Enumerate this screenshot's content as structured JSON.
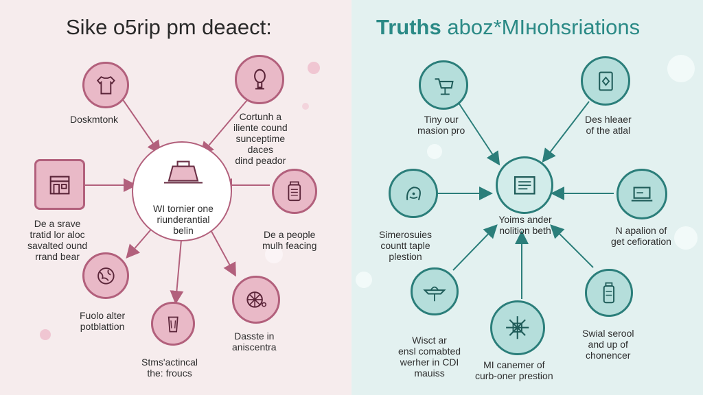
{
  "left_panel": {
    "title": "Sike o5rip pm deaect:",
    "hub_label": "WI tornier one\nriunderantial\nbelin",
    "nodes": [
      {
        "icon": "tshirt-icon",
        "label": "Doskmtonk"
      },
      {
        "icon": "bulb-icon",
        "label": "Cortunh a\niliente cound\nsunceptime\ndaces\ndind peador"
      },
      {
        "icon": "store-icon",
        "label": "De a srave\ntratid lor aloc\nsavalted ound\nrrand bear"
      },
      {
        "icon": "jar-icon",
        "label": "De a people\nmulh feacing"
      },
      {
        "icon": "globe-icon",
        "label": "Fuolo alter\npotblattion"
      },
      {
        "icon": "cup-icon",
        "label": "Stms'actincal\nthe: froucs"
      },
      {
        "icon": "wheel-icon",
        "label": "Dasste in\naniscentra"
      }
    ],
    "colors": {
      "background": "#f6eced",
      "node_fill": "#e9b9c7",
      "stroke": "#b2607c"
    }
  },
  "right_panel": {
    "title_bold": "Truths",
    "title_rest": "aboz*MIнohsriations",
    "hub_label": "Yoims ander\nnolition beth",
    "nodes": [
      {
        "icon": "cart-icon",
        "label": "Tiny our\nmasion pro"
      },
      {
        "icon": "tablet-icon",
        "label": "Des hleaer\nof the atlal"
      },
      {
        "icon": "face-icon",
        "label": "Simerosuies\ncountt taple\nplestion"
      },
      {
        "icon": "laptop-icon",
        "label": "N apalion of\nget cefioration"
      },
      {
        "icon": "plane-icon",
        "label": "Wisct ar\nensl comabted\nwerher in CDI\nmauiss"
      },
      {
        "icon": "snowflake-icon",
        "label": "MI canemer of\ncurb-oner prestion"
      },
      {
        "icon": "bottle-icon",
        "label": "Swial serool\nand up of\nchonencer"
      }
    ],
    "colors": {
      "background": "#e3f1f0",
      "node_fill": "#b5dedb",
      "stroke": "#2b7e7a",
      "title": "#2b8a86"
    }
  }
}
